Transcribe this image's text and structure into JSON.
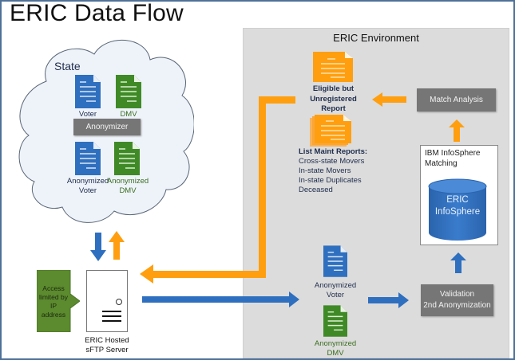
{
  "title": "ERIC Data Flow",
  "colors": {
    "blue": "#2f6fbf",
    "green": "#3f8a26",
    "orange": "#ff9f0f",
    "gray_box": "#767676",
    "env_bg": "#dcdcdc",
    "frame": "#4f7199"
  },
  "state": {
    "label": "State",
    "voter_label": "Voter",
    "dmv_label": "DMV",
    "anonymizer_label": "Anonymizer",
    "anon_voter_label": "Anonymized\nVoter",
    "anon_dmv_label": "Anonymized\nDMV"
  },
  "server": {
    "label_line1": "ERIC Hosted",
    "label_line2": "sFTP Server",
    "access_note": [
      "Access",
      "limited by",
      "IP",
      "address"
    ]
  },
  "environment": {
    "title": "ERIC Environment",
    "eligible_report": [
      "Eligible but",
      "Unregistered",
      "Report"
    ],
    "list_maint": {
      "heading": "List Maint Reports:",
      "items": [
        "Cross-state Movers",
        "In-state Movers",
        "In-state Duplicates",
        "Deceased"
      ]
    },
    "match_analysis_label": "Match Analysis",
    "ibm_title": [
      "IBM InfoSphere",
      "Matching"
    ],
    "database_label": [
      "ERIC",
      "InfoSphere"
    ],
    "validation_label": [
      "Validation",
      "2nd Anonymization"
    ],
    "anon_voter_label": [
      "Anonymized",
      "Voter"
    ],
    "anon_dmv_label": [
      "Anonymized",
      "DMV"
    ]
  }
}
